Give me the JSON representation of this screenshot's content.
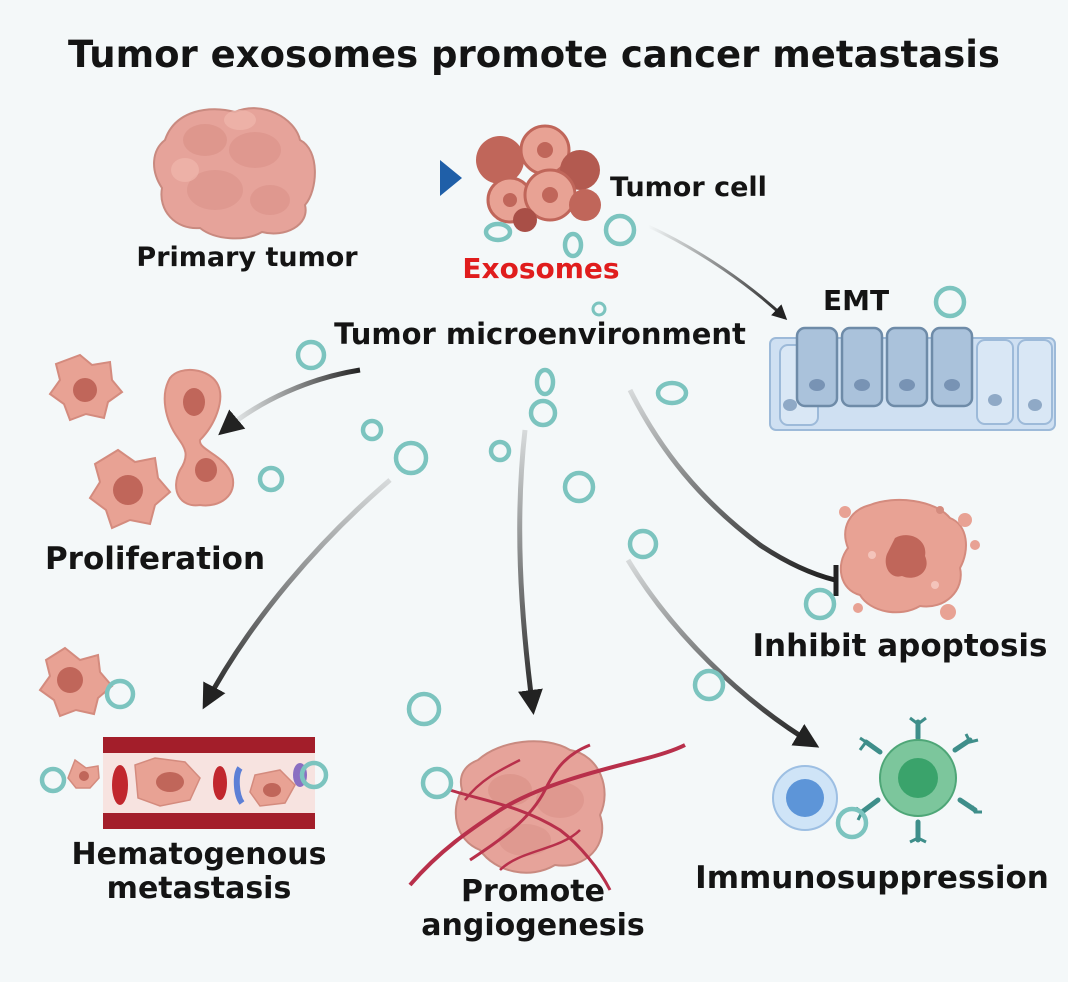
{
  "title": "Tumor exosomes promote cancer metastasis",
  "labels": {
    "primary_tumor": "Primary tumor",
    "tumor_cell": "Tumor cell",
    "exosomes": "Exosomes",
    "tumor_microenvironment": "Tumor microenvironment",
    "emt": "EMT",
    "proliferation": "Proliferation",
    "inhibit_apoptosis": "Inhibit apoptosis",
    "hematogenous_metastasis": [
      "Hematogenous",
      "metastasis"
    ],
    "promote_angiogenesis": [
      "Promote",
      "angiogenesis"
    ],
    "immunosuppression": "Immunosuppression"
  },
  "colors": {
    "tumor_pink": "#e8a294",
    "tumor_dark": "#c0665a",
    "exosome_ring": "#7cc4bf",
    "exosome_label": "#e01d1d",
    "arrow_dark": "#222222",
    "arrow_blue": "#1f5fa8",
    "vessel_red": "#a31e2a",
    "epithelium_blue": "#c9dcef",
    "t_cell_green": "#3aa36b",
    "b_cell_blue": "#5d95d8"
  }
}
